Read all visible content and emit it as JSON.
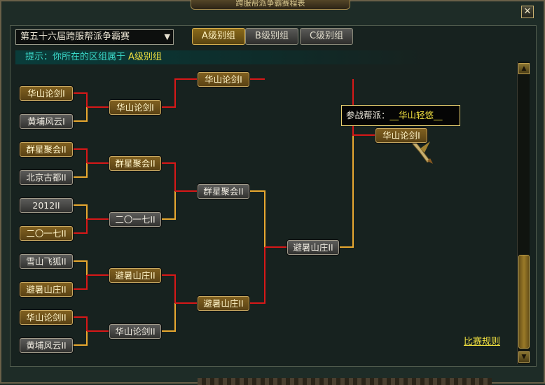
{
  "window": {
    "title": "跨服帮派争霸赛程表",
    "close_label": "✕"
  },
  "season_select": {
    "value": "第五十六届跨服帮派争霸赛",
    "arrow": "▼"
  },
  "tabs": [
    {
      "label": "A级别组",
      "active": true
    },
    {
      "label": "B级别组",
      "active": false
    },
    {
      "label": "C级别组",
      "active": false
    }
  ],
  "hint": {
    "text": "提示：你所在的区组属于",
    "group": "A级别组"
  },
  "round1": [
    {
      "label": "华山论剑I",
      "style": "gold"
    },
    {
      "label": "黄埔风云I",
      "style": "gray"
    },
    {
      "label": "群星聚会II",
      "style": "gold"
    },
    {
      "label": "北京古都II",
      "style": "gray"
    },
    {
      "label": "2012II",
      "style": "gray"
    },
    {
      "label": "二〇一七II",
      "style": "gold"
    },
    {
      "label": "雪山飞狐II",
      "style": "gray"
    },
    {
      "label": "避暑山庄II",
      "style": "gold"
    },
    {
      "label": "华山论剑II",
      "style": "gold"
    },
    {
      "label": "黄埔风云II",
      "style": "gray"
    }
  ],
  "round2": [
    {
      "label": "华山论剑I",
      "style": "gold"
    },
    {
      "label": "群星聚会II",
      "style": "gold"
    },
    {
      "label": "二〇一七II",
      "style": "gray"
    },
    {
      "label": "避暑山庄II",
      "style": "gold"
    },
    {
      "label": "华山论剑II",
      "style": "gray"
    }
  ],
  "round3": [
    {
      "label": "华山论剑I",
      "style": "gold"
    },
    {
      "label": "群星聚会II",
      "style": "gray"
    },
    {
      "label": "避暑山庄II",
      "style": "gold"
    }
  ],
  "round4": [
    {
      "label": "避暑山庄II",
      "style": "gray"
    }
  ],
  "final": {
    "label": "华山论剑I",
    "style": "gold"
  },
  "tooltip": {
    "label": "参战帮派：",
    "value": "__华山轻悠__"
  },
  "rules_link": "比赛规则",
  "colors": {
    "win_line": "#e8a830",
    "lose_line": "#d81818",
    "accent": "#f0e040"
  },
  "icons": {
    "scroll_up": "▲",
    "scroll_down": "▼"
  }
}
